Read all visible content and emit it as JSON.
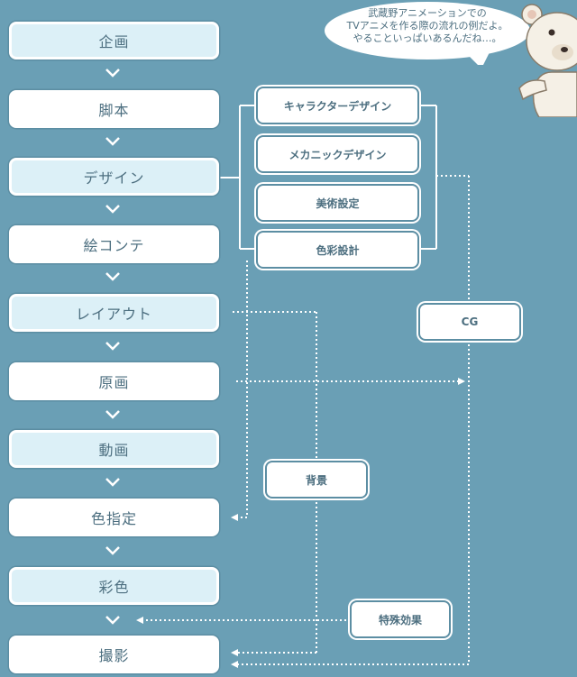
{
  "bubble": {
    "lines": [
      "武蔵野アニメーションでの",
      "TVアニメを作る際の流れの例だよ。",
      "やることいっぱいあるんだね…。"
    ]
  },
  "steps": [
    "企画",
    "脚本",
    "デザイン",
    "絵コンテ",
    "レイアウト",
    "原画",
    "動画",
    "色指定",
    "彩色",
    "撮影"
  ],
  "design_branch": [
    "キャラクターデザイン",
    "メカニックデザイン",
    "美術設定",
    "色彩設計"
  ],
  "side": {
    "cg": "CG",
    "background": "背景",
    "special_effects": "特殊効果"
  },
  "colors": {
    "background": "#6a9fb5",
    "box_blue": "#dcf0f7",
    "box_white": "#ffffff",
    "text": "#4d6f80"
  },
  "icons": {
    "mascot": "bear-mascot-icon",
    "chevron": "chevron-down-icon",
    "arrow": "arrowhead-icon"
  }
}
